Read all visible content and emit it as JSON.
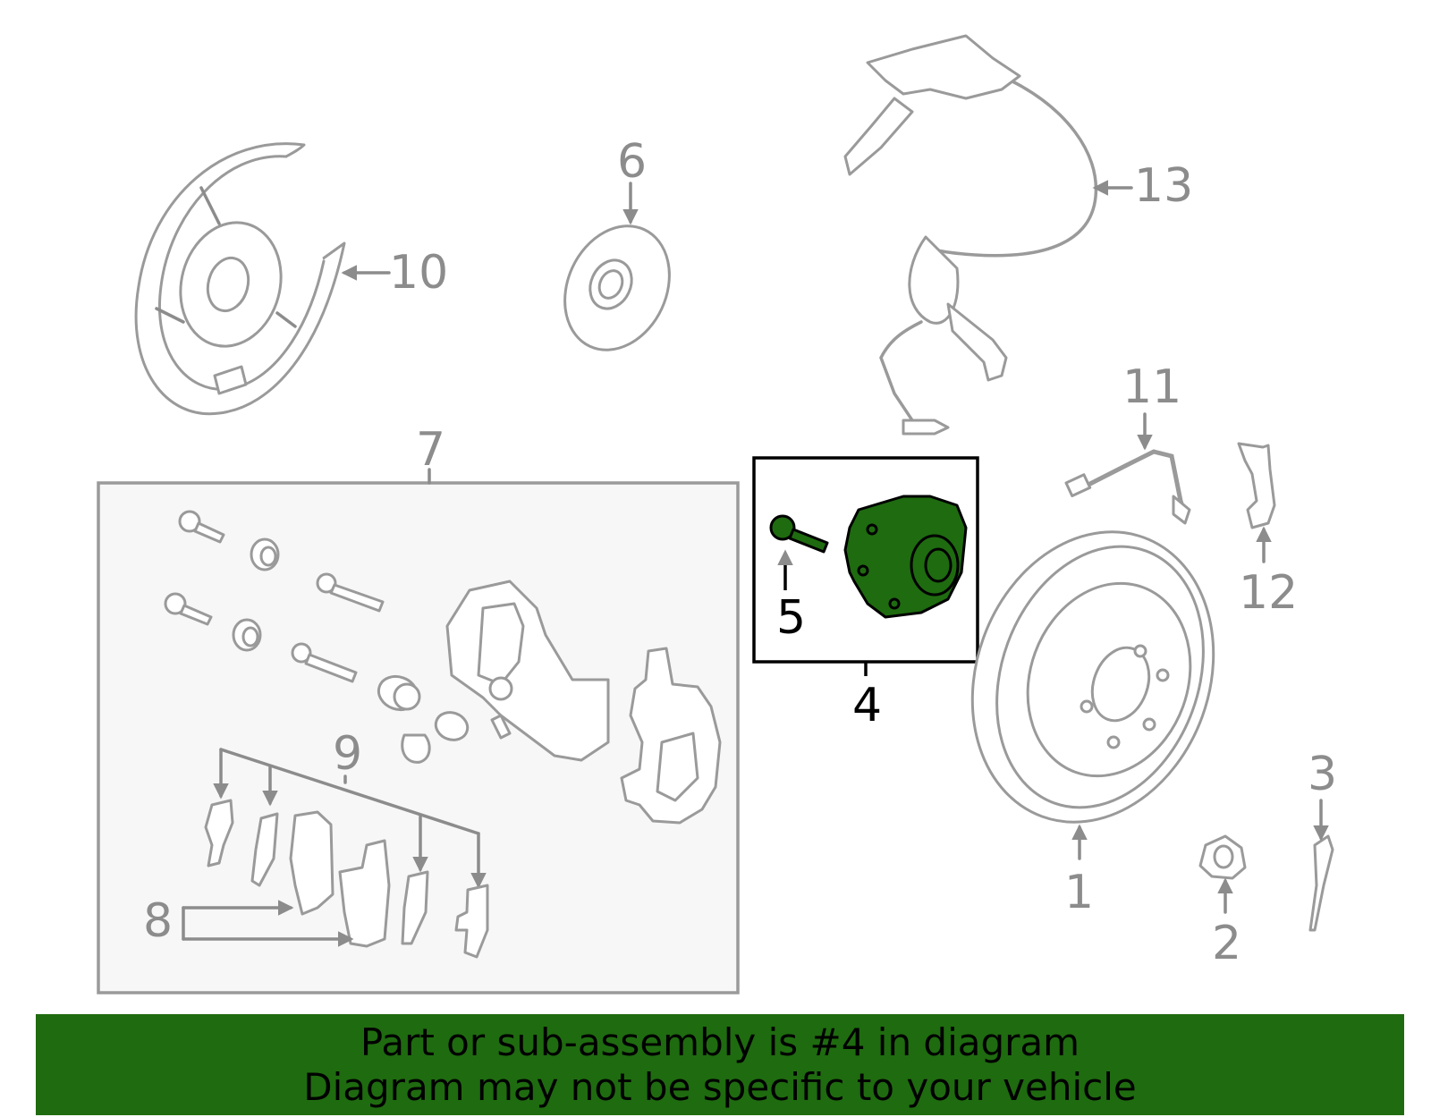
{
  "diagram": {
    "labels": {
      "p1": "1",
      "p2": "2",
      "p3": "3",
      "p4": "4",
      "p5": "5",
      "p6": "6",
      "p7": "7",
      "p8": "8",
      "p9": "9",
      "p10": "10",
      "p11": "11",
      "p12": "12",
      "p13": "13"
    },
    "highlighted_part": "4"
  },
  "banner": {
    "line1": "Part or sub-assembly is #4 in diagram",
    "line2": "Diagram may not be specific to your vehicle",
    "color": "#1f6b10"
  },
  "colors": {
    "part_stroke": "#9a9a9a",
    "label": "#8c8c8c",
    "highlight": "#1f6b10",
    "kit_box_fill": "#f7f7f7"
  }
}
